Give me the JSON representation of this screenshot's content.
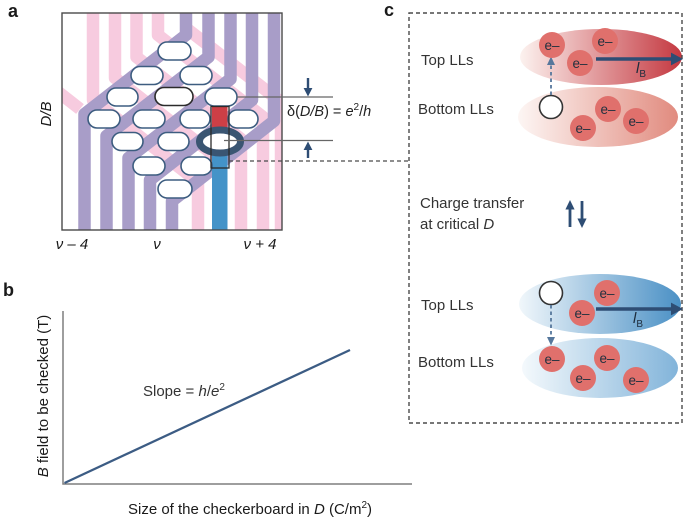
{
  "palette": {
    "stripe_pink": "#f7cbdf",
    "stripe_purple": "#a89dc8",
    "highlight_blue": "#4493c8",
    "highlight_red": "#cd3f46",
    "navy_arrow": "#2e4d74",
    "pill_outline": "#3d5d80",
    "ellipse_red_dark": "#c43840",
    "ellipse_red_light": "#e18b7f",
    "ellipse_blue_dark": "#4a90c5",
    "ellipse_blue_light": "#82b4da",
    "electron_fill": "#e0706c"
  },
  "panel_a": {
    "label": "a",
    "y_axis_label": "D/B",
    "x_ticks": [
      "ν – 4",
      "ν",
      "ν + 4"
    ],
    "annotation": {
      "p1": "δ(",
      "p2": "D/B",
      "p3": ") = ",
      "p4": "e",
      "sup": "2",
      "p5": "/",
      "p6": "h"
    }
  },
  "panel_b": {
    "label": "b",
    "y_label": {
      "it": "B",
      "rest": " field to be checked (T)"
    },
    "slope": {
      "p1": "Slope = ",
      "it1": "h",
      "p2": "/",
      "it2": "e",
      "sup": "2"
    },
    "x_label": {
      "p1": "Size of the checkerboard in ",
      "it": "D",
      "p2": " (C/m",
      "sup": "2",
      "p3": ")"
    }
  },
  "panel_c": {
    "label": "c",
    "top_group": {
      "top": "Top LLs",
      "bottom": "Bottom LLs"
    },
    "middle": {
      "line1": "Charge transfer",
      "line2": "at critical ",
      "line2_it": "D"
    },
    "bottom_group": {
      "top": "Top LLs",
      "bottom": "Bottom LLs"
    },
    "electron": "e–",
    "arrow_label": {
      "it": "l",
      "sub": "B"
    }
  }
}
